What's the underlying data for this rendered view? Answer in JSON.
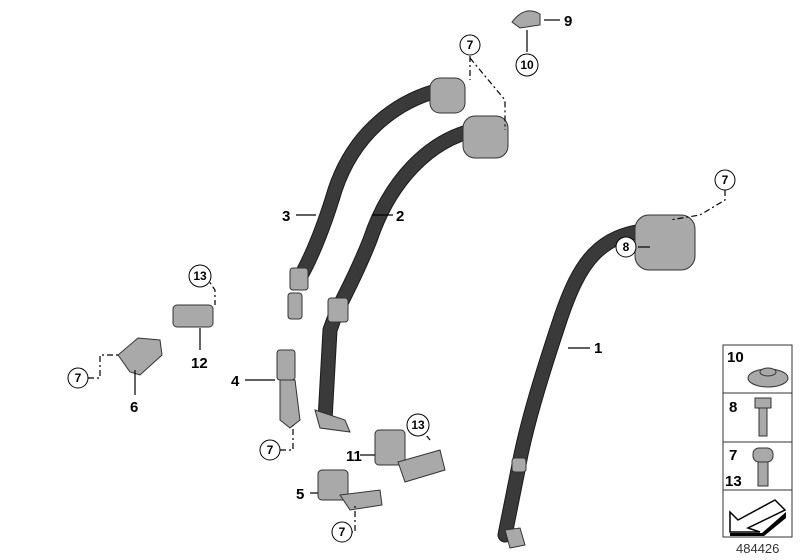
{
  "callouts": {
    "c1": "1",
    "c2": "2",
    "c3": "3",
    "c4": "4",
    "c5": "5",
    "c6": "6",
    "c7": "7",
    "c8": "8",
    "c9": "9",
    "c10": "10",
    "c11": "11",
    "c12": "12",
    "c13": "13"
  },
  "legend": {
    "rows": [
      {
        "labels": [
          "10"
        ],
        "icon": "nut-icon"
      },
      {
        "labels": [
          "8"
        ],
        "icon": "hex-bolt-icon"
      },
      {
        "labels": [
          "7",
          "13"
        ],
        "icon": "torx-screw-icon"
      },
      {
        "labels": [],
        "icon": "direction-arrow-icon"
      }
    ]
  },
  "diagram_number": "484426"
}
